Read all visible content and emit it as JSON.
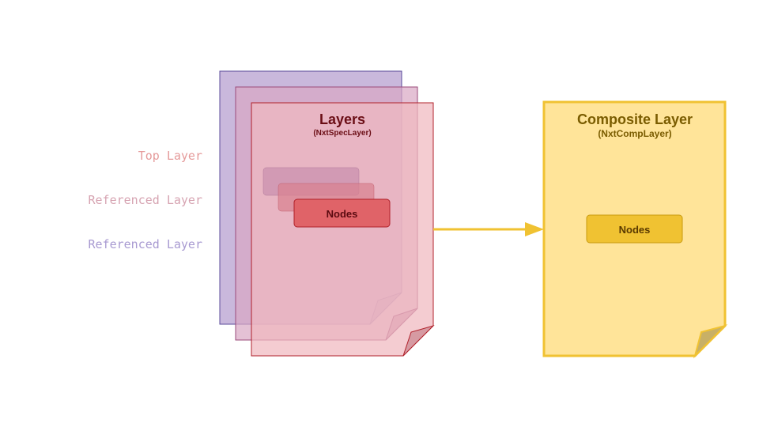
{
  "side_labels": {
    "top_layer": "Top Layer",
    "referenced_layer_1": "Referenced Layer",
    "referenced_layer_2": "Referenced Layer"
  },
  "layers_stack": {
    "title": "Layers",
    "subtitle": "(NxtSpecLayer)",
    "nodes_label": "Nodes"
  },
  "composite": {
    "title": "Composite Layer",
    "subtitle": "(NxtCompLayer)",
    "nodes_label": "Nodes"
  },
  "colors": {
    "purple_fill": "#c9b8dc",
    "purple_stroke": "#5a4a9a",
    "mauve_fill": "#d7b2c9",
    "mauve_stroke": "#9a4a7a",
    "pink_fill": "#f3c8cd",
    "red_stroke": "#b0202a",
    "red_node": "#e06368",
    "yellow_fill": "#ffe499",
    "yellow_stroke": "#f0c232",
    "yellow_node": "#f0c232",
    "arrow": "#f0c232",
    "label_top": "#e59a9a",
    "label_ref1": "#d6a3b1",
    "label_ref2": "#a89ad1"
  }
}
